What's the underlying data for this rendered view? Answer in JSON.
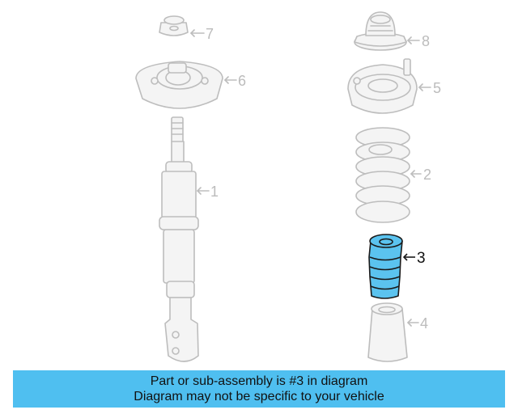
{
  "banner": {
    "line1": "Part or sub-assembly is #3 in diagram",
    "line2": "Diagram may not be specific to your vehicle"
  },
  "parts": [
    {
      "number": "1",
      "name": "strut"
    },
    {
      "number": "2",
      "name": "coil-spring"
    },
    {
      "number": "3",
      "name": "bump-stop",
      "highlighted": true
    },
    {
      "number": "4",
      "name": "dust-boot"
    },
    {
      "number": "5",
      "name": "spring-seat"
    },
    {
      "number": "6",
      "name": "upper-mount"
    },
    {
      "number": "7",
      "name": "mount-bushing"
    },
    {
      "number": "8",
      "name": "bearing"
    }
  ],
  "colors": {
    "highlight": "#5bc3ef",
    "banner": "#4fbff0",
    "ghost_stroke": "#bdbdbd"
  }
}
